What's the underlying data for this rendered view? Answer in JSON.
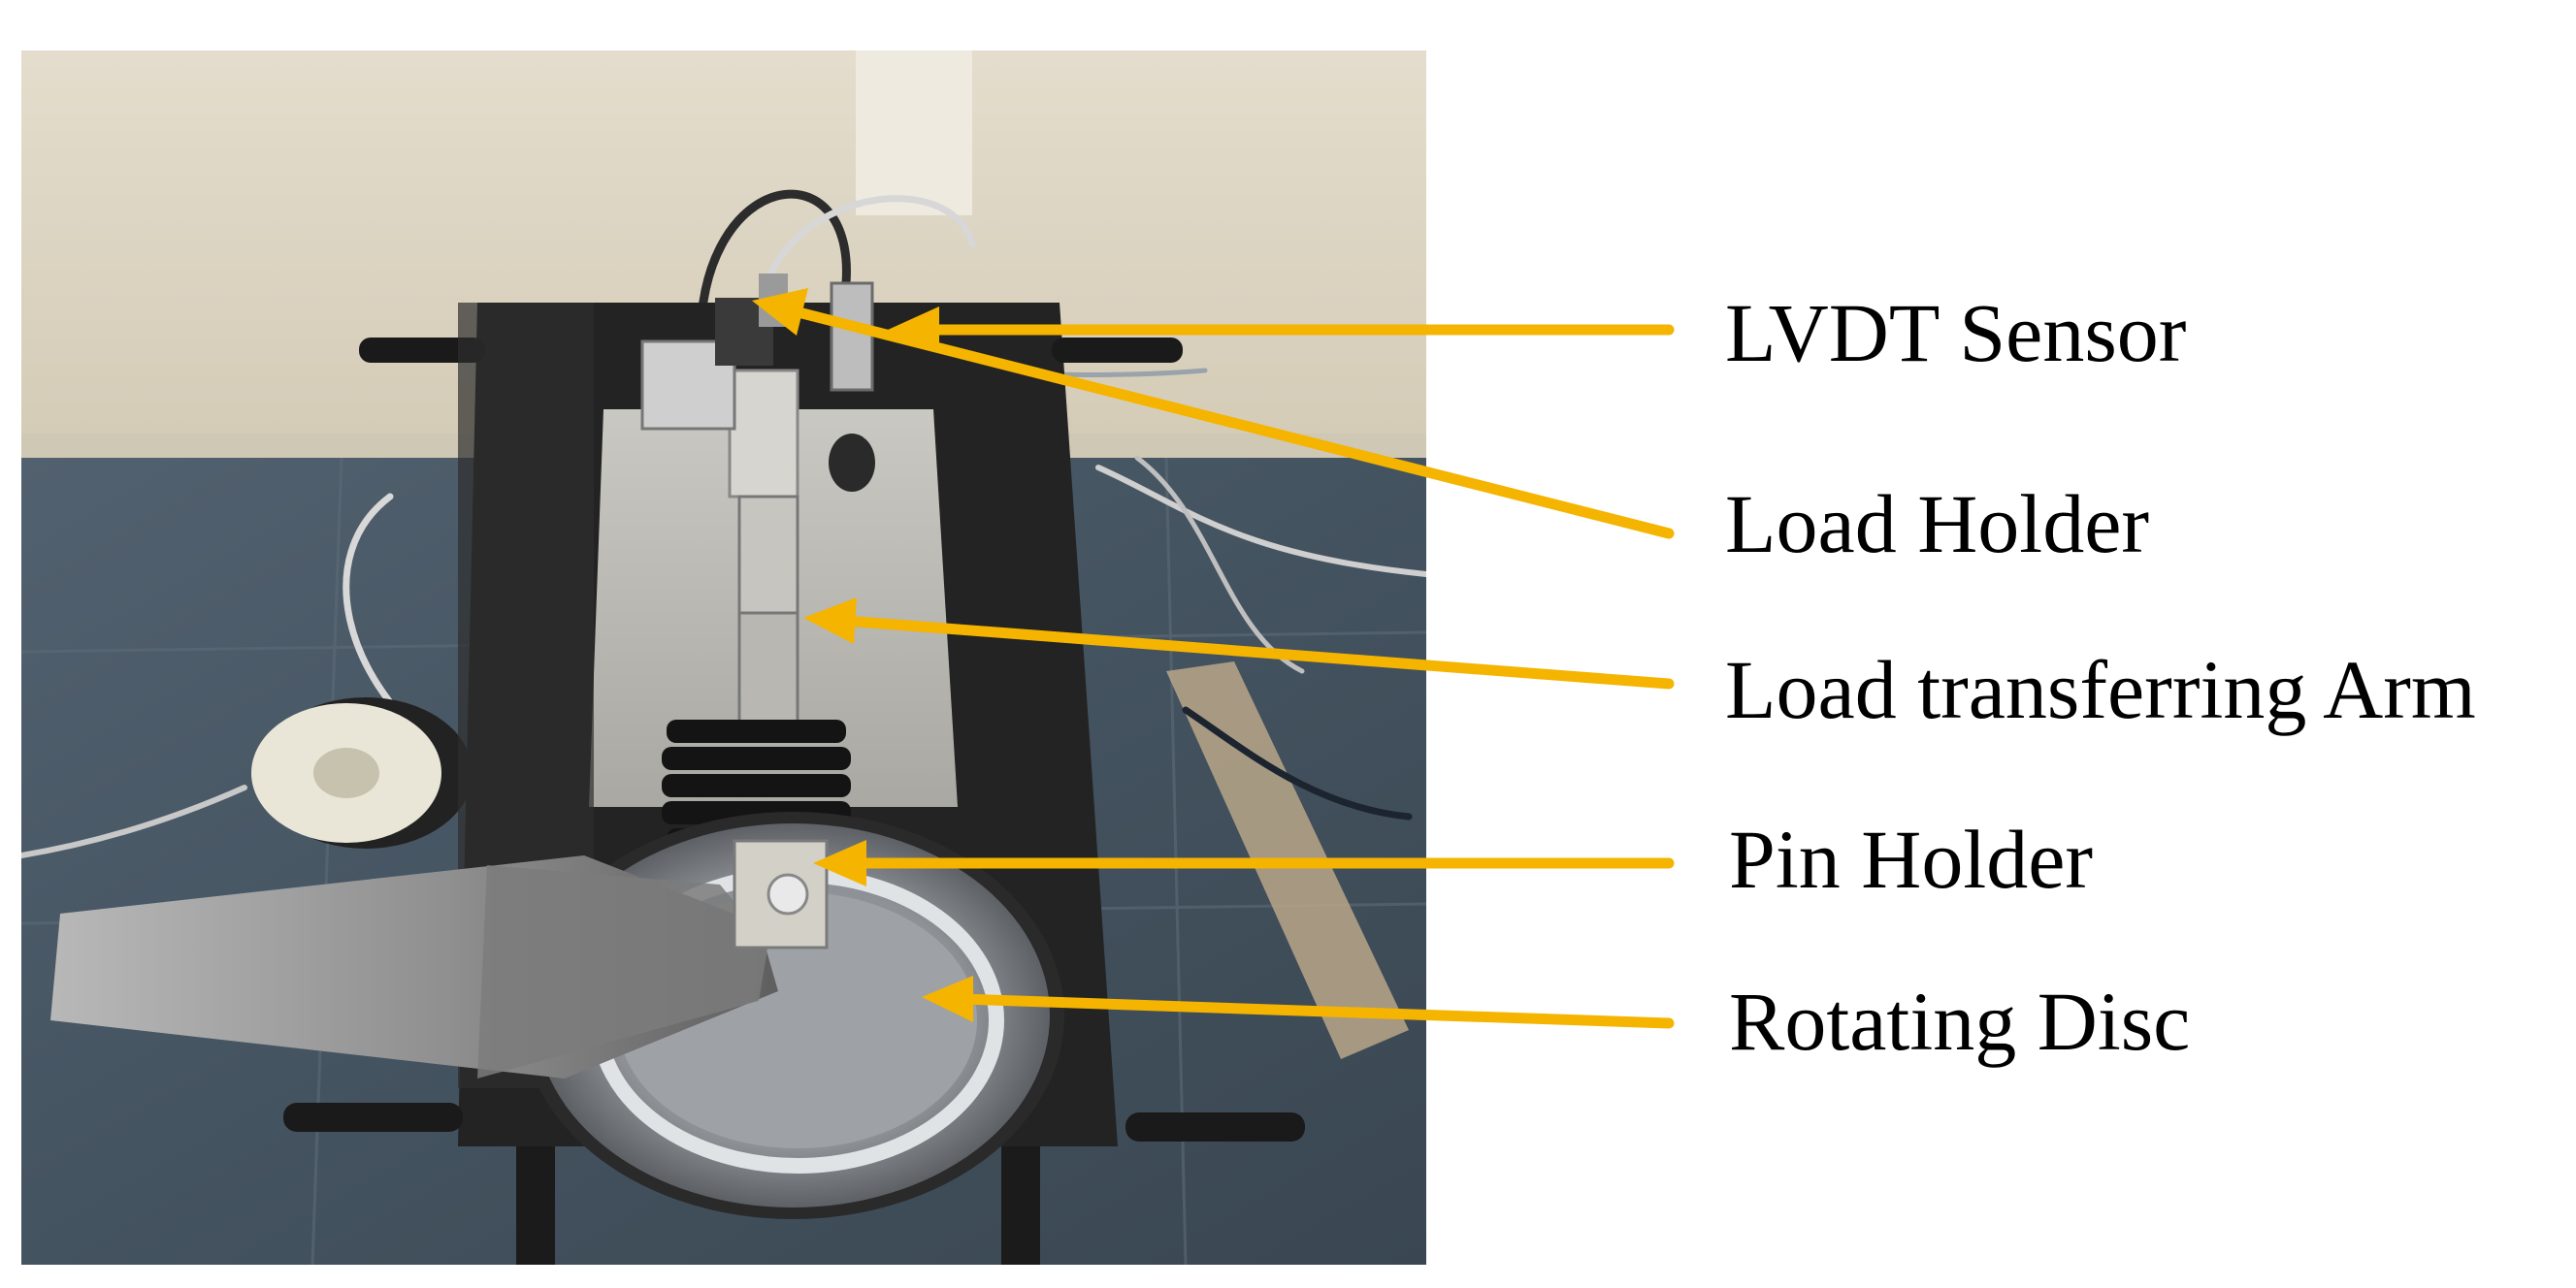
{
  "labels": {
    "lvdt_sensor": "LVDT Sensor",
    "load_holder": "Load Holder",
    "load_arm": "Load transferring Arm",
    "pin_holder": "Pin Holder",
    "rotating_disc": "Rotating Disc"
  },
  "colors": {
    "arrow": "#f5b400",
    "label_text": "#000000",
    "wall": "#ddd6c6",
    "floor": "#4a5a68",
    "base_plate": "#262626",
    "arm_metal": "#9a9a9a"
  }
}
